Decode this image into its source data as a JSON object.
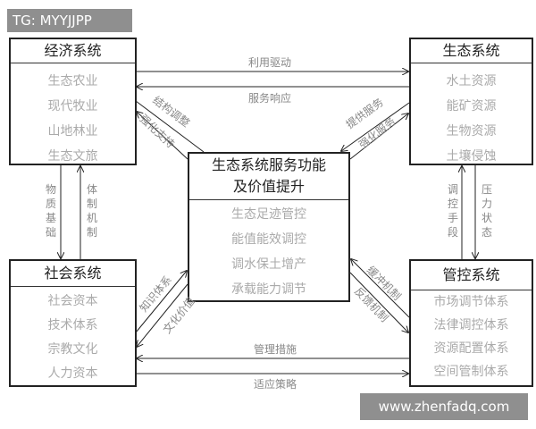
{
  "watermarks": {
    "top_left": "TG: MYYJJPP",
    "bottom_right": "www.zhenfadq.com"
  },
  "boxes": {
    "economic": {
      "title": "经济系统",
      "items": [
        "生态农业",
        "现代牧业",
        "山地林业",
        "生态文旅"
      ]
    },
    "ecological": {
      "title": "生态系统",
      "items": [
        "水土资源",
        "能矿资源",
        "生物资源",
        "土壤侵蚀"
      ]
    },
    "center": {
      "title_line1": "生态系统服务功能",
      "title_line2": "及价值提升",
      "items": [
        "生态足迹管控",
        "能值能效调控",
        "调水保土增产",
        "承载能力调节"
      ]
    },
    "social": {
      "title": "社会系统",
      "items": [
        "社会资本",
        "技术体系",
        "宗教文化",
        "人力资本"
      ]
    },
    "control": {
      "title": "管控系统",
      "items": [
        "市场调节体系",
        "法律调控体系",
        "资源配置体系",
        "空间管制体系"
      ]
    }
  },
  "links": {
    "top_upper": "利用驱动",
    "top_lower": "服务响应",
    "bottom_upper": "管理措施",
    "bottom_lower": "适应策略",
    "left_a": "物质基础",
    "left_b": "体制机制",
    "right_a": "调控手段",
    "right_b": "压力状态",
    "tl_a": "结构调整",
    "tl_b": "强化支持",
    "tr_a": "提供服务",
    "tr_b": "强化服务",
    "bl_a": "知识体系",
    "bl_b": "文化价值",
    "br_a": "缓冲机制",
    "br_b": "反馈机制"
  }
}
